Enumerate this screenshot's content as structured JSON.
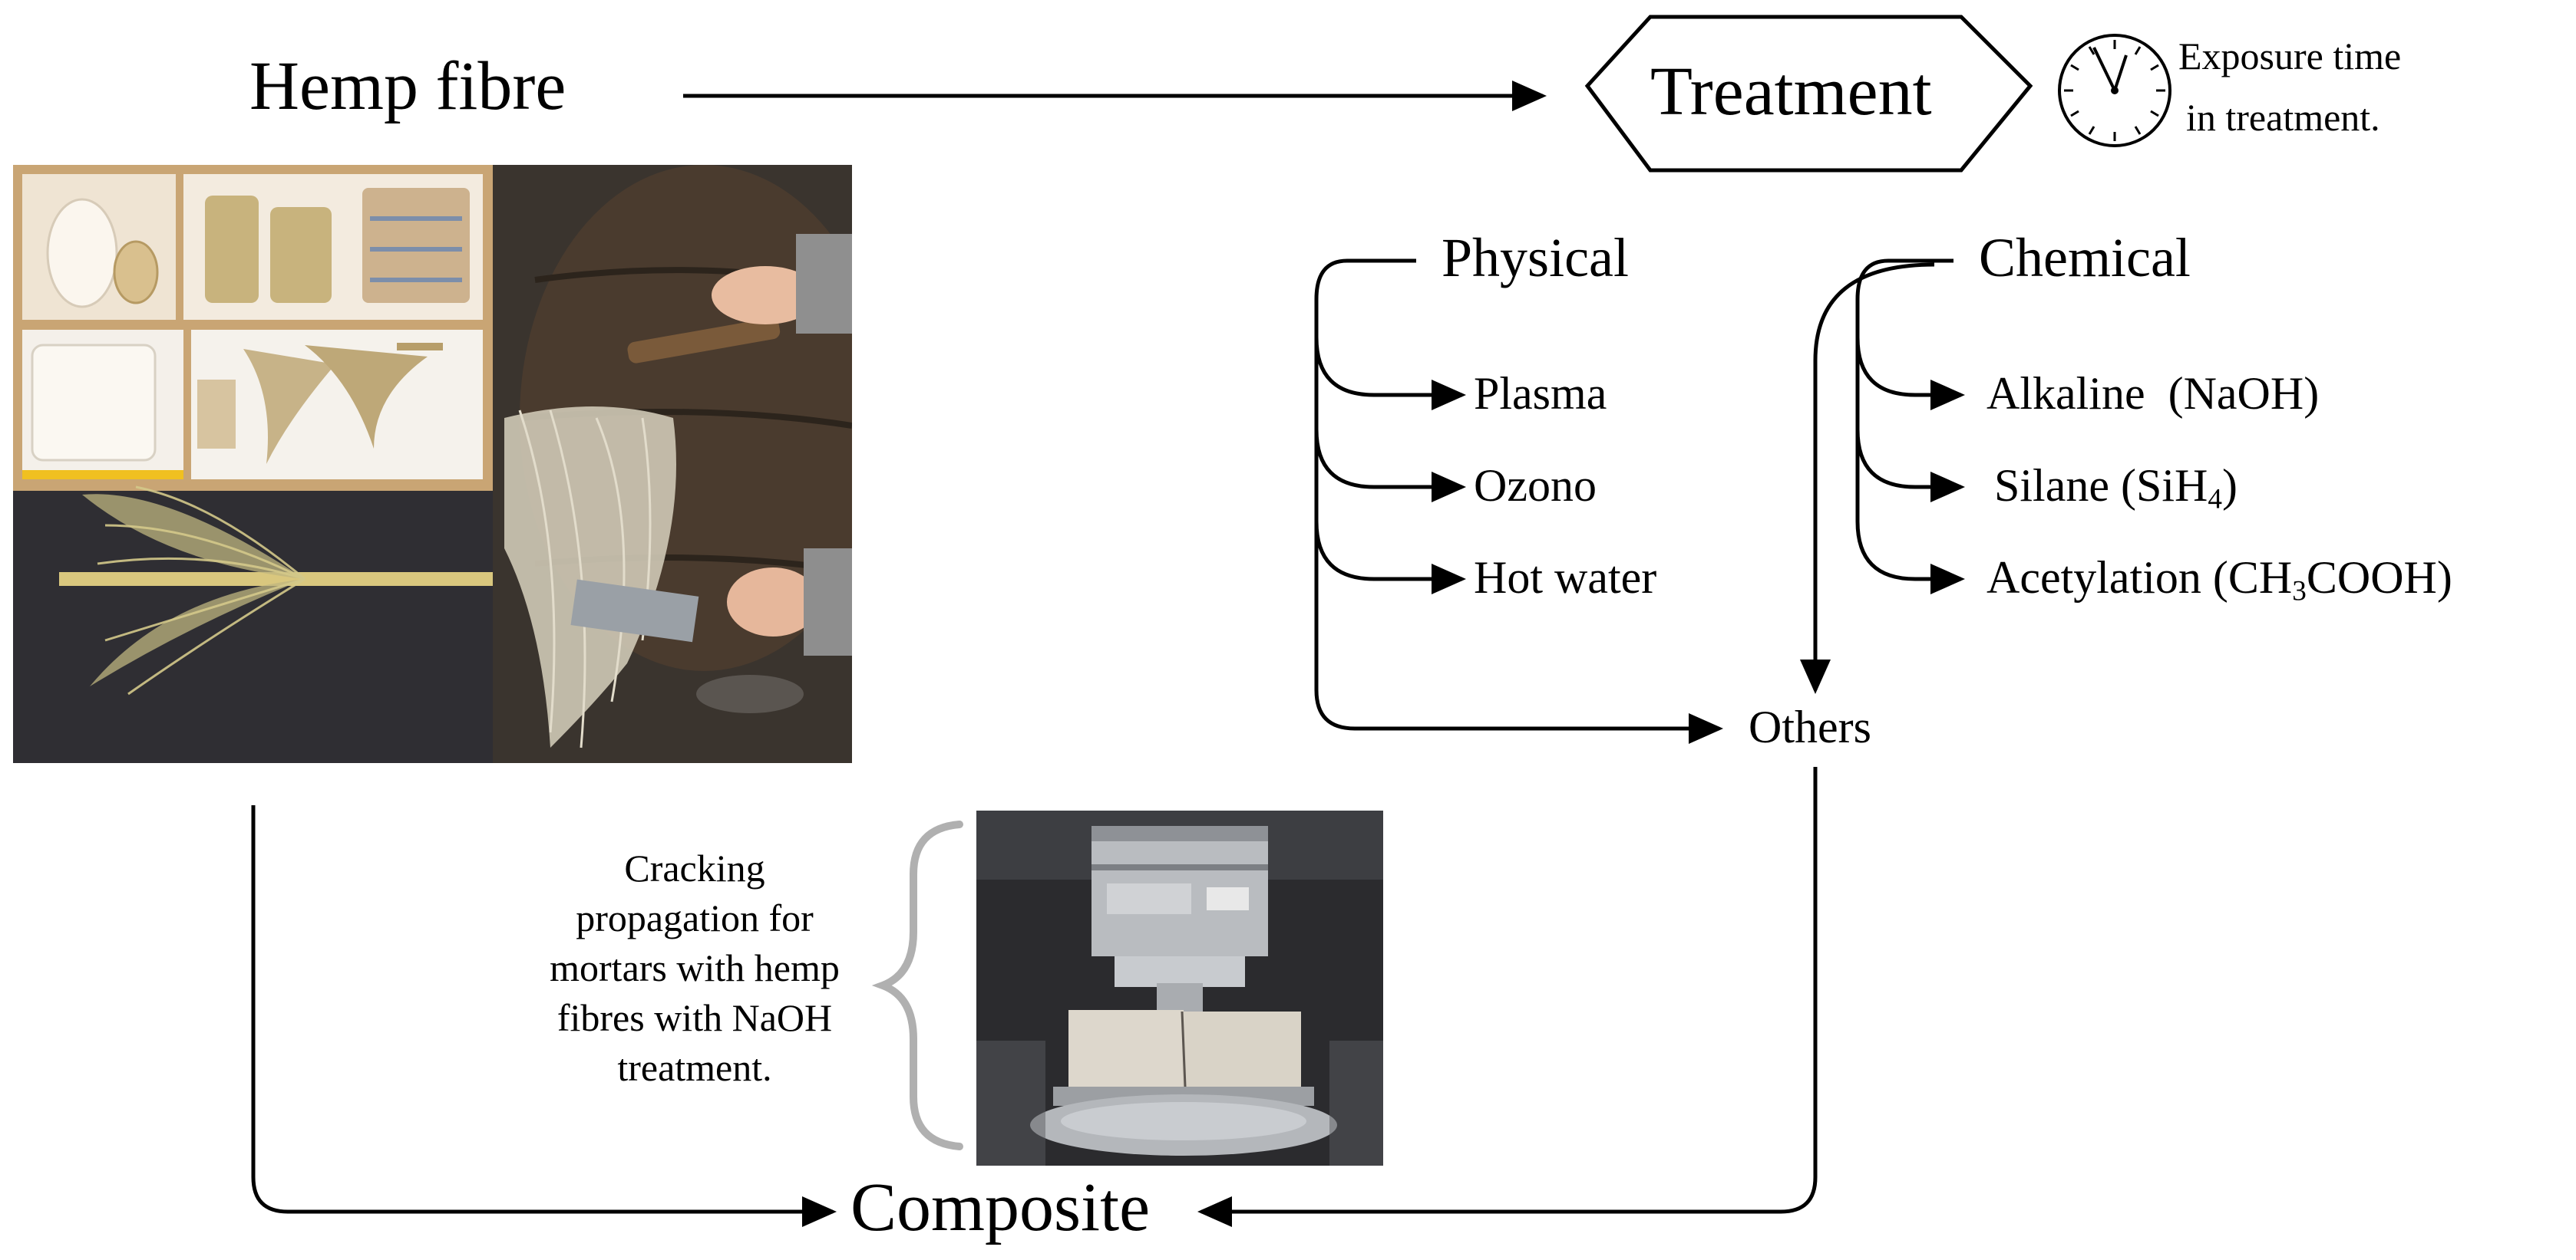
{
  "nodes": {
    "hemp_fibre": "Hemp fibre",
    "treatment": "Treatment",
    "composite": "Composite",
    "others": "Others"
  },
  "exposure": {
    "line1": "Exposure time",
    "line2": "in treatment.",
    "icon": "clock-icon"
  },
  "physical": {
    "title": "Physical",
    "items": [
      "Plasma",
      "Ozono",
      "Hot water"
    ]
  },
  "chemical": {
    "title": "Chemical",
    "items": [
      {
        "name": "Alkaline",
        "formula_pre": "(NaOH)",
        "formula_sub": "",
        "formula_post": ""
      },
      {
        "name": "Silane",
        "formula_pre": "(SiH",
        "formula_sub": "4",
        "formula_post": ")"
      },
      {
        "name": "Acetylation",
        "formula_pre": "(CH",
        "formula_sub": "3",
        "formula_post": "COOH)"
      }
    ]
  },
  "note": {
    "text": "Cracking propagation for mortars with hemp fibres with NaOH treatment."
  },
  "colors": {
    "line": "#000000",
    "brace": "#b0b0b0",
    "photo_wood": "#c9a574",
    "photo_dark": "#3a342e",
    "photo_metal": "#9aa0a6"
  }
}
